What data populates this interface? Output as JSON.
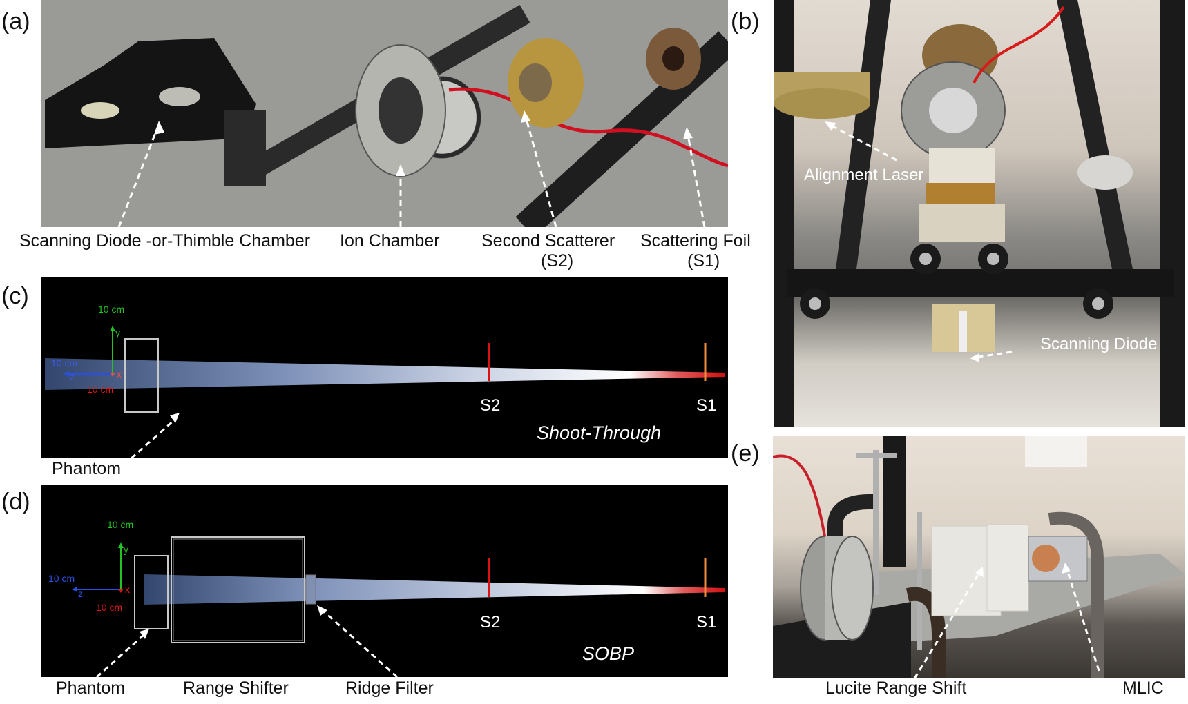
{
  "figure": {
    "panels": {
      "a": {
        "label": "(a)",
        "type": "photo",
        "callouts": [
          {
            "text": "Scanning Diode -or-Thimble Chamber"
          },
          {
            "text": "Ion Chamber"
          },
          {
            "text": "Second Scatterer",
            "sub": "(S2)"
          },
          {
            "text": "Scattering Foil",
            "sub": "(S1)"
          }
        ]
      },
      "b": {
        "label": "(b)",
        "type": "photo",
        "callouts": [
          {
            "text": "Alignment Laser"
          },
          {
            "text": "Scanning Diode"
          }
        ]
      },
      "c": {
        "label": "(c)",
        "type": "diagram",
        "mode": "Shoot-Through",
        "axes": {
          "y_len": "10 cm",
          "z_len": "10 cm",
          "x_len": "10 cm",
          "y": "y",
          "z": "z",
          "x": "x"
        },
        "markers": {
          "s2": "S2",
          "s1": "S1"
        },
        "callouts": [
          {
            "text": "Phantom"
          }
        ]
      },
      "d": {
        "label": "(d)",
        "type": "diagram",
        "mode": "SOBP",
        "axes": {
          "y_len": "10 cm",
          "z_len": "10 cm",
          "x_len": "10 cm",
          "y": "y",
          "z": "z",
          "x": "x"
        },
        "markers": {
          "s2": "S2",
          "s1": "S1"
        },
        "callouts": [
          {
            "text": "Phantom"
          },
          {
            "text": "Range Shifter"
          },
          {
            "text": "Ridge Filter"
          }
        ]
      },
      "e": {
        "label": "(e)",
        "type": "photo",
        "callouts": [
          {
            "text": "Lucite Range Shift"
          },
          {
            "text": "MLIC"
          }
        ]
      }
    },
    "colors": {
      "axis_y": "#22c322",
      "axis_z": "#2a50e0",
      "axis_x": "#e01818",
      "s2_line": "#e01010",
      "s1_line": "#f08a3c",
      "beam": "#8fa2c8"
    }
  }
}
